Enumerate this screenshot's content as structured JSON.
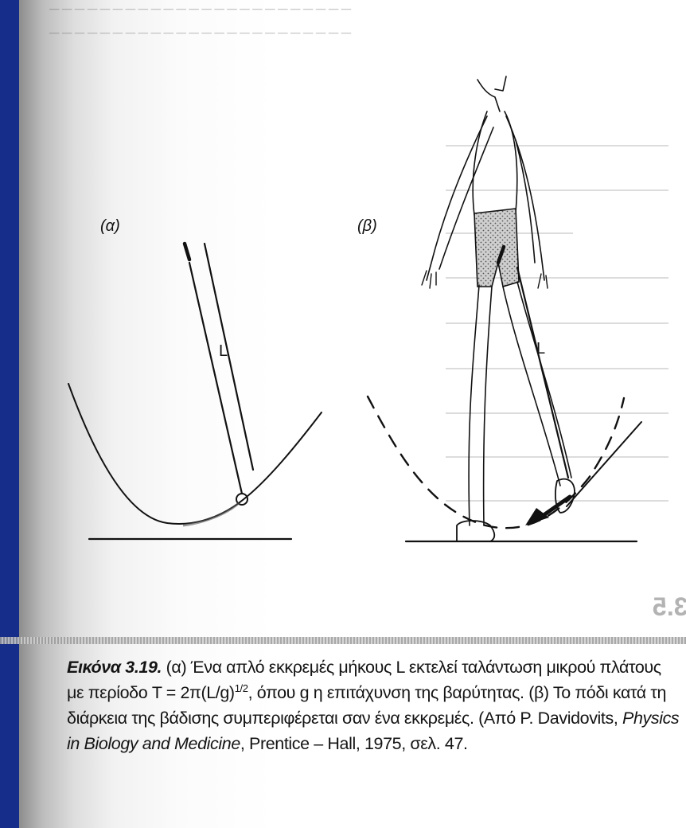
{
  "caption": {
    "figure_label": "Εικόνα 3.19.",
    "part_a": " (α) Ένα απλό εκκρεμές μήκους L εκτελεί ταλάντωση μικρού πλάτους με περίοδο T = 2π(L/g)",
    "exponent": "1/2",
    "part_b": ", όπου g η επιτάχυνση της βαρύτητας. (β) Το πόδι κατά τη διάρκεια της βάδισης συμπεριφέρεται σαν ένα εκκρεμές. (Από P. Davidovits, ",
    "book_title": "Physics in Biology and Medicine",
    "part_c": ", Prentice – Hall, 1975, σελ. 47."
  },
  "figure": {
    "panel_a_label": "(α)",
    "panel_b_label": "(β)",
    "pendulum_length_label_a": "L",
    "pendulum_length_label_b": "L"
  },
  "colors": {
    "accent_band": "#162e8a"
  }
}
